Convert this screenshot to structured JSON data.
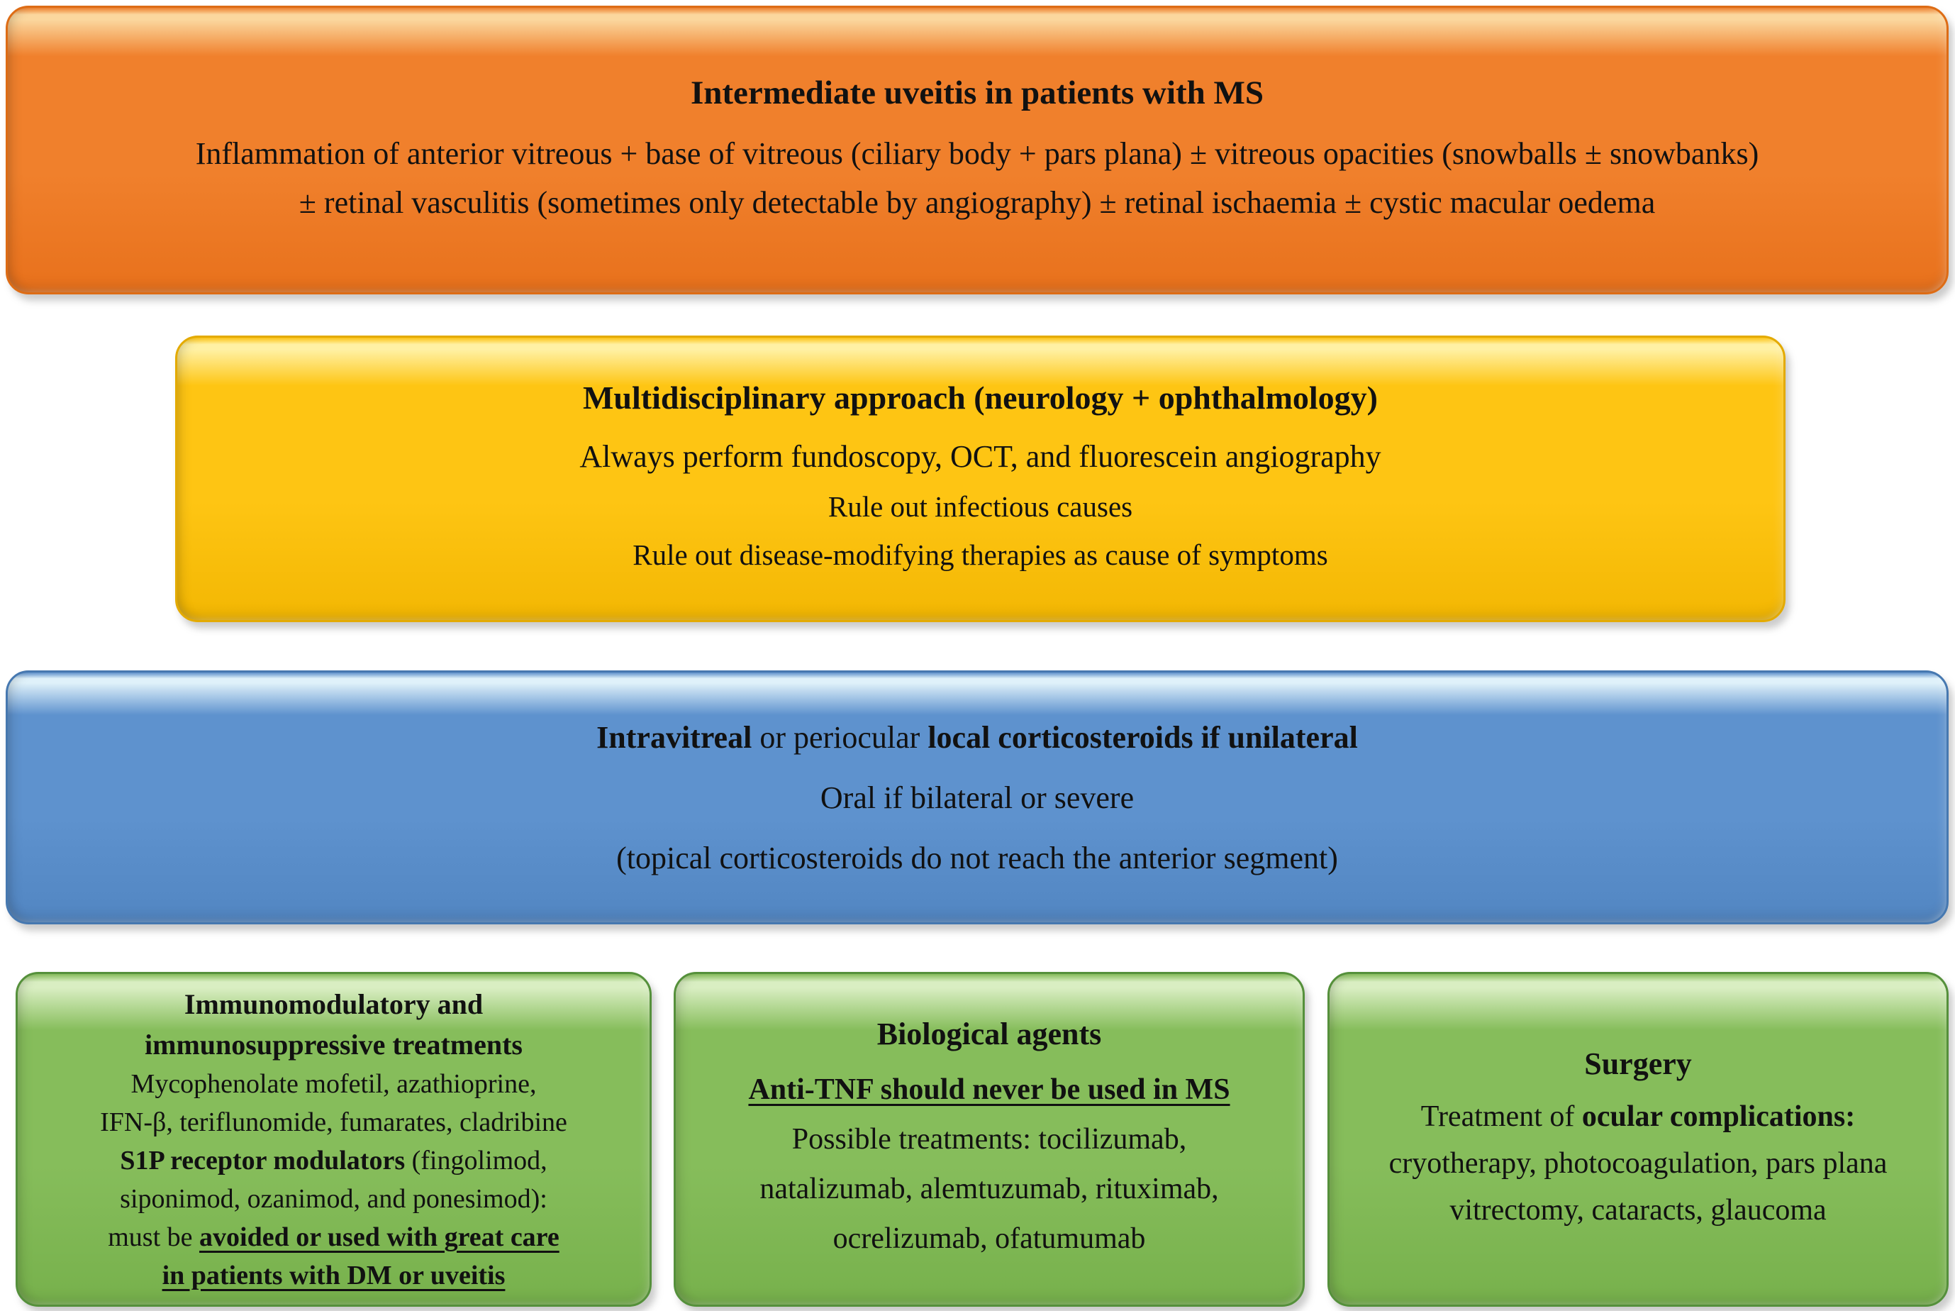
{
  "colors": {
    "orange_main": "#F0802C",
    "orange_light": "#FBD79E",
    "orange_dark": "#E8711C",
    "orange_border": "#DD6C15",
    "yellow_main": "#FEC513",
    "yellow_light": "#FFF1A4",
    "yellow_dark": "#F3B703",
    "yellow_border": "#E3AA00",
    "blue_main": "#5E92CE",
    "blue_light": "#DFF1FA",
    "blue_dark": "#5286C2",
    "blue_border": "#4678B0",
    "green_main": "#86BD5B",
    "green_light": "#D9EEC2",
    "green_dark": "#77B14C",
    "green_border": "#55903B",
    "text": "#111111",
    "background": "#FFFFFF"
  },
  "boxes": {
    "uveitis": {
      "label": "Intermediate uveitis in patients with MS",
      "lines": [
        {
          "kind": "title",
          "segments": [
            {
              "t": "Intermediate uveitis in patients with MS",
              "b": true
            }
          ]
        },
        {
          "kind": "body",
          "segments": [
            {
              "t": "Inflammation of anterior vitreous + base of vitreous (ciliary body + pars plana) ± vitreous opacities (snowballs ± snowbanks)"
            }
          ]
        },
        {
          "kind": "body",
          "segments": [
            {
              "t": "± retinal vasculitis (sometimes only detectable by angiography) ± retinal ischaemia ± cystic macular oedema"
            }
          ]
        }
      ]
    },
    "approach": {
      "label": "Multidisciplinary approach (neurology + ophthalmology)",
      "lines": [
        {
          "kind": "title",
          "segments": [
            {
              "t": "Multidisciplinary approach (neurology + ophthalmology)",
              "b": true
            }
          ]
        },
        {
          "kind": "body",
          "segments": [
            {
              "t": "Always perform fundoscopy, OCT, and fluorescein angiography"
            }
          ]
        },
        {
          "kind": "small",
          "segments": [
            {
              "t": "Rule out infectious causes"
            }
          ]
        },
        {
          "kind": "small",
          "segments": [
            {
              "t": "Rule out disease-modifying therapies as cause of symptoms"
            }
          ]
        }
      ]
    },
    "steroids": {
      "label": "Intravitreal or periocular local corticosteroids if unilateral",
      "lines": [
        {
          "kind": "body",
          "segments": [
            {
              "t": "Intravitreal",
              "b": true
            },
            {
              "t": " or periocular "
            },
            {
              "t": "local corticosteroids if unilateral",
              "b": true
            }
          ]
        },
        {
          "kind": "body",
          "segments": [
            {
              "t": "Oral if bilateral or severe"
            }
          ]
        },
        {
          "kind": "body",
          "segments": [
            {
              "t": "(topical corticosteroids do not reach the anterior segment)"
            }
          ]
        }
      ]
    },
    "immuno": {
      "label": "Immunomodulatory and immunosuppressive treatments",
      "lines": [
        {
          "kind": "title",
          "segments": [
            {
              "t": "Immunomodulatory and",
              "b": true
            }
          ]
        },
        {
          "kind": "title",
          "segments": [
            {
              "t": "immunosuppressive treatments",
              "b": true
            }
          ]
        },
        {
          "kind": "body",
          "segments": [
            {
              "t": "Mycophenolate mofetil, azathioprine,"
            }
          ]
        },
        {
          "kind": "body",
          "segments": [
            {
              "t": "IFN-β, teriflunomide, fumarates, cladribine"
            }
          ]
        },
        {
          "kind": "body",
          "segments": [
            {
              "t": "S1P receptor modulators",
              "b": true
            },
            {
              "t": " (fingolimod,"
            }
          ]
        },
        {
          "kind": "body",
          "segments": [
            {
              "t": "siponimod, ozanimod, and ponesimod):"
            }
          ]
        },
        {
          "kind": "body",
          "segments": [
            {
              "t": "must be "
            },
            {
              "t": "avoided or used with great care",
              "b": true,
              "u": true
            }
          ]
        },
        {
          "kind": "body",
          "segments": [
            {
              "t": "in patients with DM or uveitis",
              "b": true,
              "u": true
            }
          ]
        }
      ]
    },
    "biologics": {
      "label": "Biological agents",
      "lines": [
        {
          "kind": "title",
          "segments": [
            {
              "t": "Biological agents",
              "b": true
            }
          ]
        },
        {
          "kind": "body",
          "segments": [
            {
              "t": "Anti-TNF should never be used in MS",
              "b": true,
              "u": true
            }
          ]
        },
        {
          "kind": "body",
          "segments": [
            {
              "t": "Possible treatments: tocilizumab,"
            }
          ]
        },
        {
          "kind": "body",
          "segments": [
            {
              "t": "natalizumab, alemtuzumab, rituximab,"
            }
          ]
        },
        {
          "kind": "body",
          "segments": [
            {
              "t": "ocrelizumab, ofatumumab"
            }
          ]
        }
      ]
    },
    "surgery": {
      "label": "Surgery",
      "lines": [
        {
          "kind": "title",
          "segments": [
            {
              "t": "Surgery",
              "b": true
            }
          ]
        },
        {
          "kind": "body",
          "segments": [
            {
              "t": "Treatment of "
            },
            {
              "t": "ocular complications:",
              "b": true
            }
          ]
        },
        {
          "kind": "body",
          "segments": [
            {
              "t": "cryotherapy, photocoagulation, pars plana"
            }
          ]
        },
        {
          "kind": "body",
          "segments": [
            {
              "t": "vitrectomy, cataracts, glaucoma"
            }
          ]
        }
      ]
    }
  }
}
